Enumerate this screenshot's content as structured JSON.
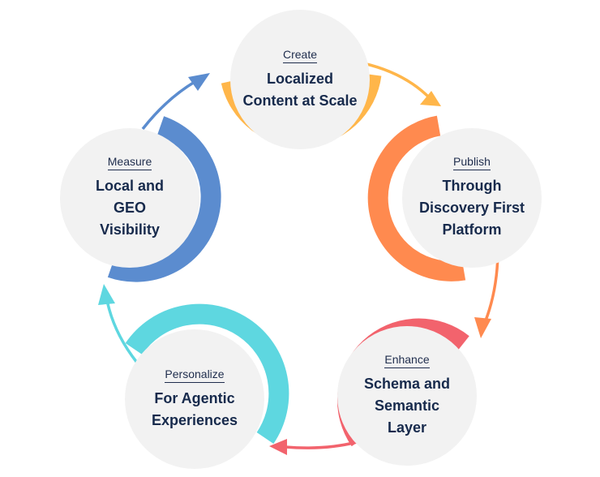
{
  "cycle": {
    "colors": {
      "create": "#ffb64a",
      "publish": "#ff8a4f",
      "enhance": "#f2636d",
      "personalize": "#5ed7e0",
      "measure": "#5b8ccf",
      "text": "#172a4c",
      "node_fill": "#f2f2f2"
    },
    "steps": [
      {
        "id": "create",
        "label": "Create",
        "title": "Localized\nContent at Scale"
      },
      {
        "id": "publish",
        "label": "Publish",
        "title": "Through\nDiscovery First\nPlatform"
      },
      {
        "id": "enhance",
        "label": "Enhance",
        "title": "Schema and\nSemantic\nLayer"
      },
      {
        "id": "personalize",
        "label": "Personalize",
        "title": "For Agentic\nExperiences"
      },
      {
        "id": "measure",
        "label": "Measure",
        "title": "Local and\nGEO\nVisibility"
      }
    ]
  }
}
